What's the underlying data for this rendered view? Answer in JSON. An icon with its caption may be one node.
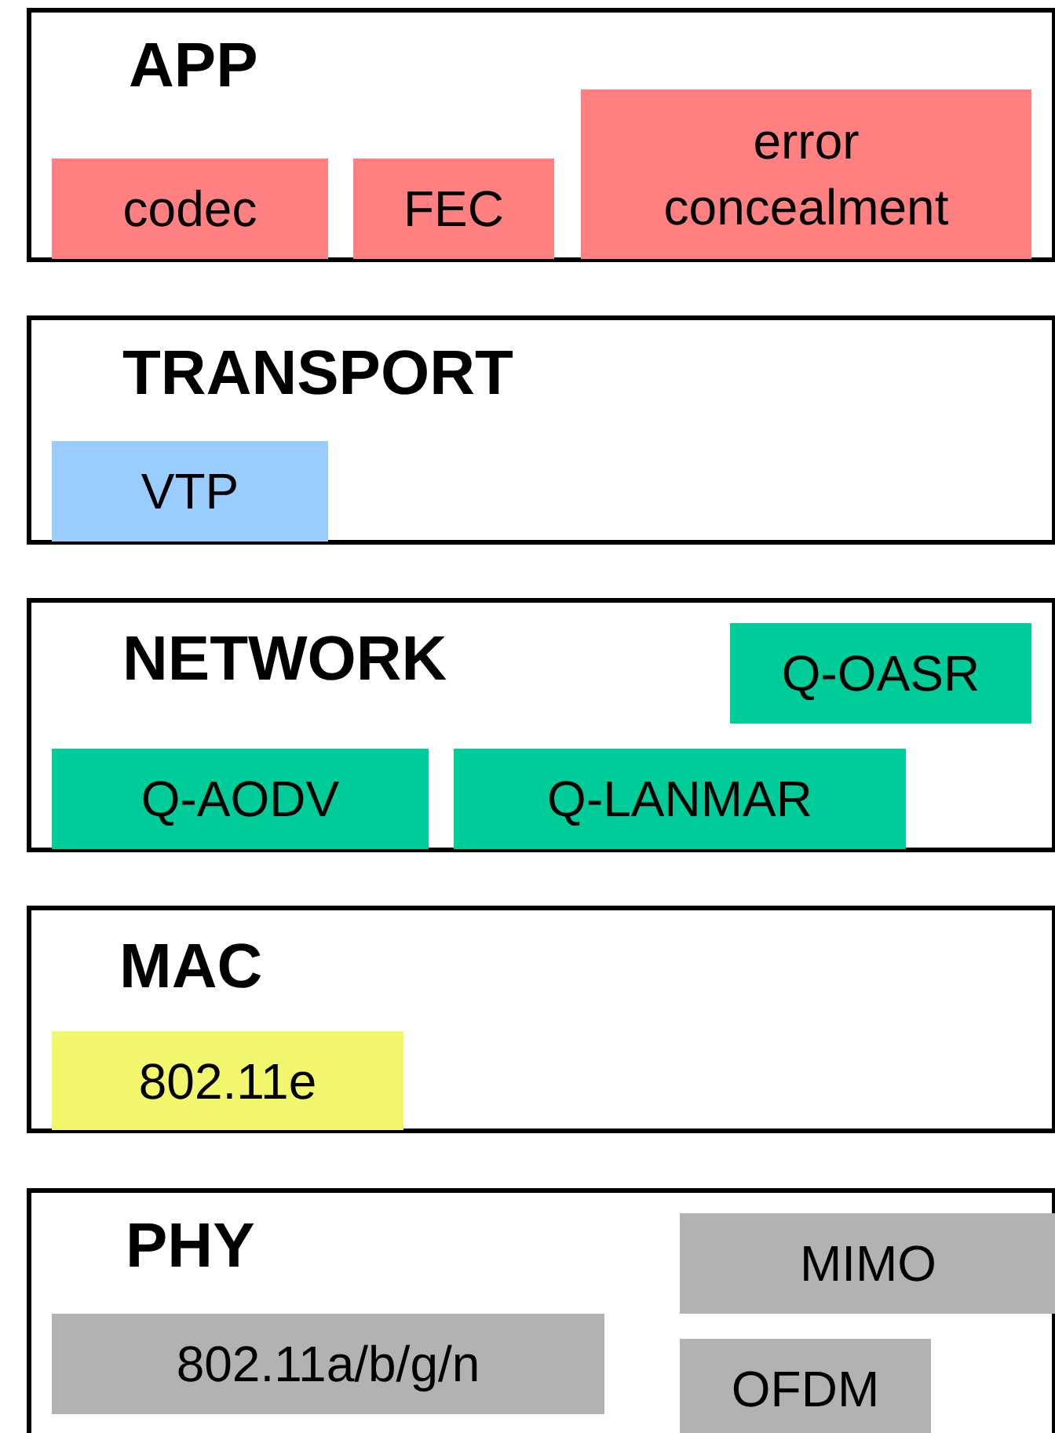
{
  "diagram": {
    "nodes": [
      {
        "text": [
          "APP"
        ]
      },
      {
        "text": [
          "codec"
        ],
        "in": 0
      },
      {
        "text": [
          "FEC"
        ],
        "in": 0
      },
      {
        "text": [
          "error concealment"
        ],
        "in": 0
      },
      {
        "text": [
          "TRANSPORT"
        ]
      },
      {
        "text": [
          "VTP"
        ],
        "in": 4
      },
      {
        "text": [
          "NETWORK"
        ]
      },
      {
        "text": [
          "Q-OASR"
        ],
        "in": 6
      },
      {
        "text": [
          "Q-AODV"
        ],
        "in": 6
      },
      {
        "text": [
          "Q-LANMAR"
        ],
        "in": 6
      },
      {
        "text": [
          "MAC"
        ]
      },
      {
        "text": [
          "802.11e"
        ],
        "in": 10
      },
      {
        "text": [
          "PHY"
        ]
      },
      {
        "text": [
          "MIMO"
        ],
        "in": 12
      },
      {
        "text": [
          "802.11a/b/g/n"
        ],
        "in": 12
      },
      {
        "text": [
          "OFDM"
        ],
        "in": 12
      }
    ]
  }
}
